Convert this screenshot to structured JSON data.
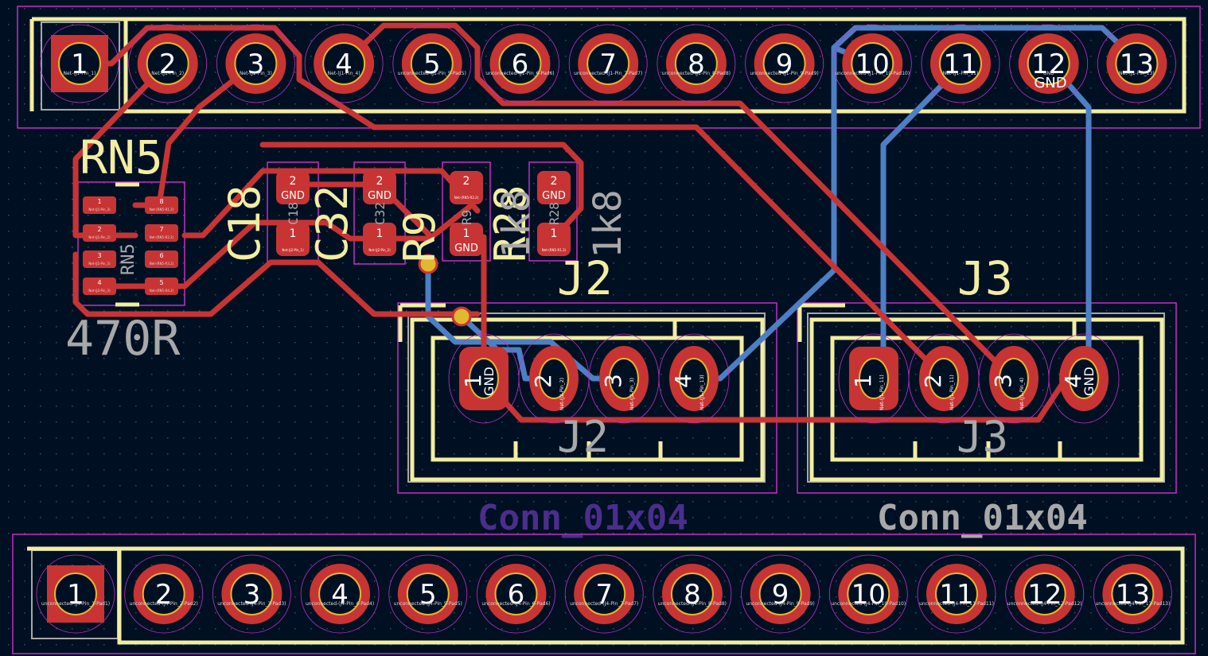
{
  "colors": {
    "background": "#001023",
    "copper_front": "#C83434",
    "copper_back": "#4D7FC4",
    "silkscreen": "#F2EDA1",
    "courtyard": "#C42FC4",
    "fab_text": "#A8A8A8",
    "via": "#E3B72E",
    "value_text": "#4A2E8C",
    "pad_text": "#FFFFFF",
    "net_text": "#DDDDDD"
  },
  "header_top": {
    "pins": [
      "1",
      "2",
      "3",
      "4",
      "5",
      "6",
      "7",
      "8",
      "9",
      "10",
      "11",
      "12",
      "13"
    ],
    "nets": [
      "Net-(J1-Pin_1)",
      "Net-(J1-Pin_2)",
      "Net-(J1-Pin_3)",
      "Net-(J1-Pin_4)",
      "unconnected-(J1-Pin_5-Pad5)",
      "unconnected-(J1-Pin_6-Pad6)",
      "unconnected-(J1-Pin_7-Pad7)",
      "unconnected-(J1-Pin_8-Pad8)",
      "unconnected-(J1-Pin_9-Pad9)",
      "unconnected-(J1-Pin_10-Pad10)",
      "Net-(J1-Pin_11)",
      "GND",
      "Net-(J1-Pin_13)"
    ]
  },
  "header_bottom": {
    "pins": [
      "1",
      "2",
      "3",
      "4",
      "5",
      "6",
      "7",
      "8",
      "9",
      "10",
      "11",
      "12",
      "13"
    ],
    "nets": [
      "unconnected-(J4-Pin_1-Pad1)",
      "unconnected-(J4-Pin_2-Pad2)",
      "unconnected-(J4-Pin_3-Pad3)",
      "unconnected-(J4-Pin_4-Pad4)",
      "unconnected-(J4-Pin_5-Pad5)",
      "unconnected-(J4-Pin_6-Pad6)",
      "unconnected-(J4-Pin_7-Pad7)",
      "unconnected-(J4-Pin_8-Pad8)",
      "unconnected-(J4-Pin_9-Pad9)",
      "unconnected-(J4-Pin_10-Pad10)",
      "unconnected-(J4-Pin_11-Pad11)",
      "unconnected-(J4-Pin_12-Pad12)",
      "unconnected-(J4-Pin_13-Pad13)"
    ]
  },
  "rn5": {
    "reference": "RN5",
    "fab_reference": "RN5",
    "value": "470R",
    "pins": [
      "1",
      "2",
      "3",
      "4",
      "5",
      "6",
      "7",
      "8"
    ],
    "nets": [
      "Net-(J1-Pin_3)",
      "Net-(J1-Pin_2)",
      "Net-(J1-Pin_3)",
      "Net-(J2-Pin_3)",
      "Net-(RN5-R4.2)",
      "Net-(RN5-R3.2)",
      "Net-(RN5-R2.2)",
      "Net-(RN5-R1.2)"
    ]
  },
  "smd_parts": [
    {
      "silk_ref": "C18",
      "fab_ref": "C18",
      "pin1_net": "Net-(J2-Pin_1)",
      "pin2_net": "GND",
      "value": ""
    },
    {
      "silk_ref": "C32",
      "fab_ref": "C32",
      "pin1_net": "Net-(J2-Pin_2)",
      "pin2_net": "GND",
      "value": ""
    },
    {
      "silk_ref": "R9",
      "fab_ref": "R9",
      "pin1_net": "GND",
      "pin2_net": "Net-(RN5-R2.2)",
      "value": "1k8"
    },
    {
      "silk_ref": "R28",
      "fab_ref": "R28",
      "pin1_net": "Net-(RN5-R1.2)",
      "pin2_net": "GND",
      "value": "1k8"
    }
  ],
  "j2": {
    "reference": "J2",
    "fab_reference": "J2",
    "value": "Conn_01x04",
    "pins": [
      "1",
      "2",
      "3",
      "4"
    ],
    "nets": [
      "GND",
      "Net-(J2-Pin_2)",
      "Net-(J2-Pin_3)",
      "Net-(J1-Pin_13)"
    ]
  },
  "j3": {
    "reference": "J3",
    "fab_reference": "J3",
    "value": "Conn_01x04",
    "pins": [
      "1",
      "2",
      "3",
      "4"
    ],
    "nets": [
      "Net-(J1-Pin_11)",
      "Net-(J1-Pin_11)",
      "Net-(J1-Pin_4)",
      "GND"
    ]
  }
}
